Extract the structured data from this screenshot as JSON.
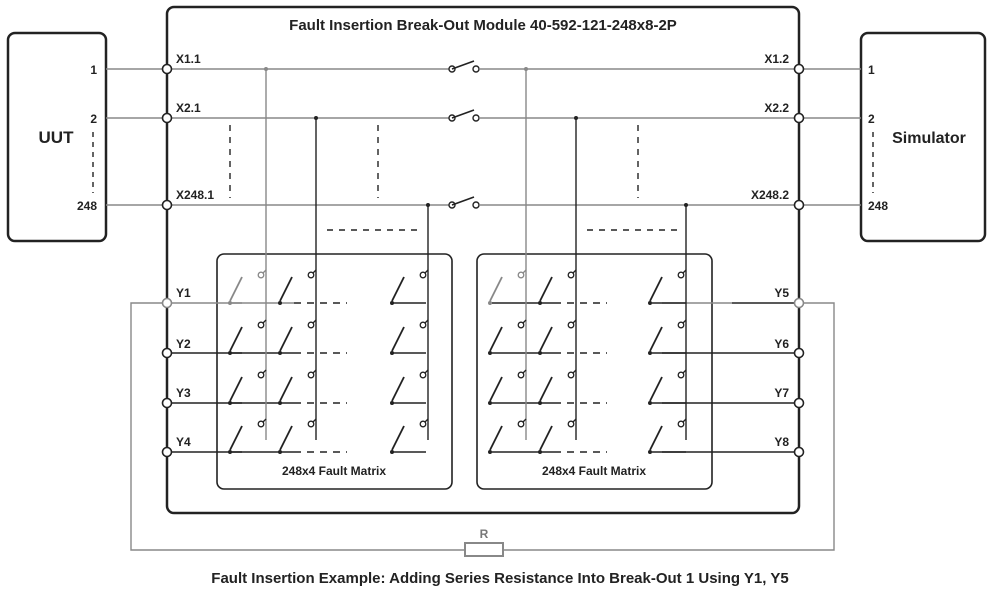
{
  "module_title": "Fault Insertion Break-Out Module 40-592-121-248x8-2P",
  "uut": {
    "label": "UUT",
    "pins": [
      "1",
      "2",
      "248"
    ]
  },
  "simulator": {
    "label": "Simulator",
    "pins": [
      "1",
      "2",
      "248"
    ]
  },
  "x_left": [
    "X1.1",
    "X2.1",
    "X248.1"
  ],
  "x_right": [
    "X1.2",
    "X2.2",
    "X248.2"
  ],
  "y_left": [
    "Y1",
    "Y2",
    "Y3",
    "Y4"
  ],
  "y_right": [
    "Y5",
    "Y6",
    "Y7",
    "Y8"
  ],
  "matrix_labels": [
    "248x4 Fault Matrix",
    "248x4 Fault Matrix"
  ],
  "resistor_label": "R",
  "caption": "Fault Insertion Example: Adding Series Resistance Into Break-Out 1 Using Y1, Y5",
  "colors": {
    "ink": "#222222",
    "active": "#888888"
  }
}
